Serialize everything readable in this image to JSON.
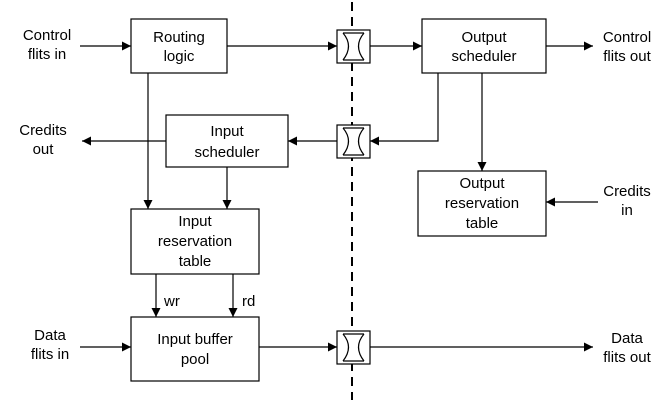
{
  "blocks": {
    "routing_logic": [
      "Routing",
      "logic"
    ],
    "output_scheduler": [
      "Output",
      "scheduler"
    ],
    "input_scheduler": [
      "Input",
      "scheduler"
    ],
    "output_reservation_table": [
      "Output",
      "reservation",
      "table"
    ],
    "input_reservation_table": [
      "Input",
      "reservation",
      "table"
    ],
    "input_buffer_pool": [
      "Input buffer",
      "pool"
    ]
  },
  "labels": {
    "control_in": [
      "Control",
      "flits in"
    ],
    "control_out": [
      "Control",
      "flits out"
    ],
    "credits_out": [
      "Credits",
      "out"
    ],
    "credits_in": [
      "Credits",
      "in"
    ],
    "data_in": [
      "Data",
      "flits in"
    ],
    "data_out": [
      "Data",
      "flits out"
    ],
    "wr": "wr",
    "rd": "rd"
  }
}
